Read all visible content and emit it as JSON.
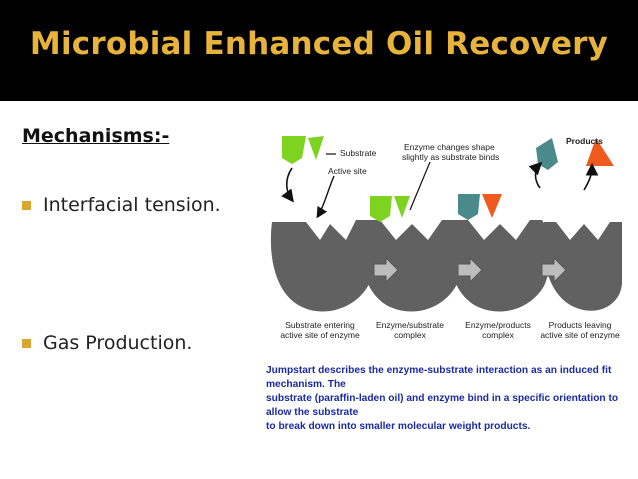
{
  "title": "Microbial Enhanced Oil Recovery",
  "heading": "Mechanisms:-",
  "bullets": [
    "Interfacial tension.",
    "Gas Production."
  ],
  "diagram": {
    "label_substrate": "Substrate",
    "label_active_site": "Active site",
    "label_enzyme_change_1": "Enzyme changes shape",
    "label_enzyme_change_2": "slightly as substrate binds",
    "label_products": "Products",
    "stage1_line1": "Substrate entering",
    "stage1_line2": "active site of enzyme",
    "stage2_line1": "Enzyme/substrate",
    "stage2_line2": "complex",
    "stage3_line1": "Enzyme/products",
    "stage3_line2": "complex",
    "stage4_line1": "Products leaving",
    "stage4_line2": "active site of enzyme"
  },
  "caption": {
    "line1": "Jumpstart describes the enzyme-substrate interaction as an induced fit mechanism. The",
    "line2": "substrate (paraffin-laden oil) and enzyme bind in a specific orientation to allow the substrate",
    "line3": "to break down into smaller molecular weight products."
  },
  "colors": {
    "title": "#e7b33a",
    "bullet": "#d9a72b",
    "substrate_green": "#7ed321",
    "product_teal": "#4a8a8a",
    "product_orange": "#f05a1e",
    "enzyme_gray": "#616161",
    "caption": "#1a2aa0"
  }
}
